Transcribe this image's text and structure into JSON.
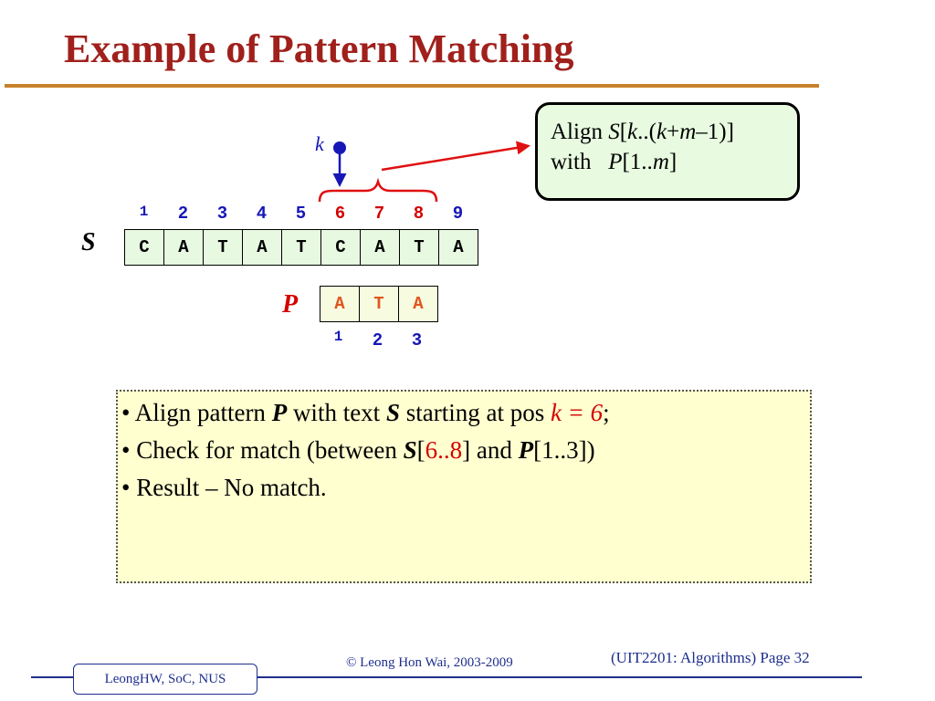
{
  "title": "Example of Pattern Matching",
  "diagram": {
    "pointer_label": "k",
    "text_label": "S",
    "pattern_label": "P",
    "text_indices": [
      "1",
      "2",
      "3",
      "4",
      "5",
      "6",
      "7",
      "8",
      "9"
    ],
    "text_chars": [
      "C",
      "A",
      "T",
      "A",
      "T",
      "C",
      "A",
      "T",
      "A"
    ],
    "pattern_indices": [
      "1",
      "2",
      "3"
    ],
    "pattern_chars": [
      "A",
      "T",
      "A"
    ],
    "align_box": {
      "line1": {
        "word": "Align",
        "s": "S",
        "br1": "[",
        "k1": "k",
        "dots": "..(",
        "k2": "k",
        "plus": "+",
        "m": "m",
        "tail": "–1)]"
      },
      "line2": {
        "word": "with",
        "p": "P",
        "br": "[1..",
        "m": "m",
        "close": "]"
      }
    }
  },
  "notes": {
    "line1": {
      "bullet": "•",
      "t1": "Align pattern",
      "p": "P",
      "t2": "with text",
      "s": "S",
      "t3": "starting at pos",
      "k_expr": "k = 6",
      "semi": ";"
    },
    "line2": {
      "bullet": "•",
      "t1": "Check for match (between",
      "s": "S",
      "open": "[",
      "range": "6..8",
      "t2": "] and",
      "p": "P",
      "t3": "[1..3])"
    },
    "line3": {
      "bullet": "•",
      "text": "Result – No match."
    }
  },
  "footer": {
    "tab": "LeongHW, SoC, NUS",
    "copyright": "© Leong Hon Wai, 2003-2009",
    "page_ref": "(UIT2201: Algorithms) Page 32"
  },
  "colors": {
    "title": "#a0201c",
    "accent_rule": "#c8802a",
    "index_blue": "#1717b8",
    "highlight_red": "#d40000",
    "pattern_char": "#e0561f",
    "footer_blue": "#1e2e8c"
  }
}
